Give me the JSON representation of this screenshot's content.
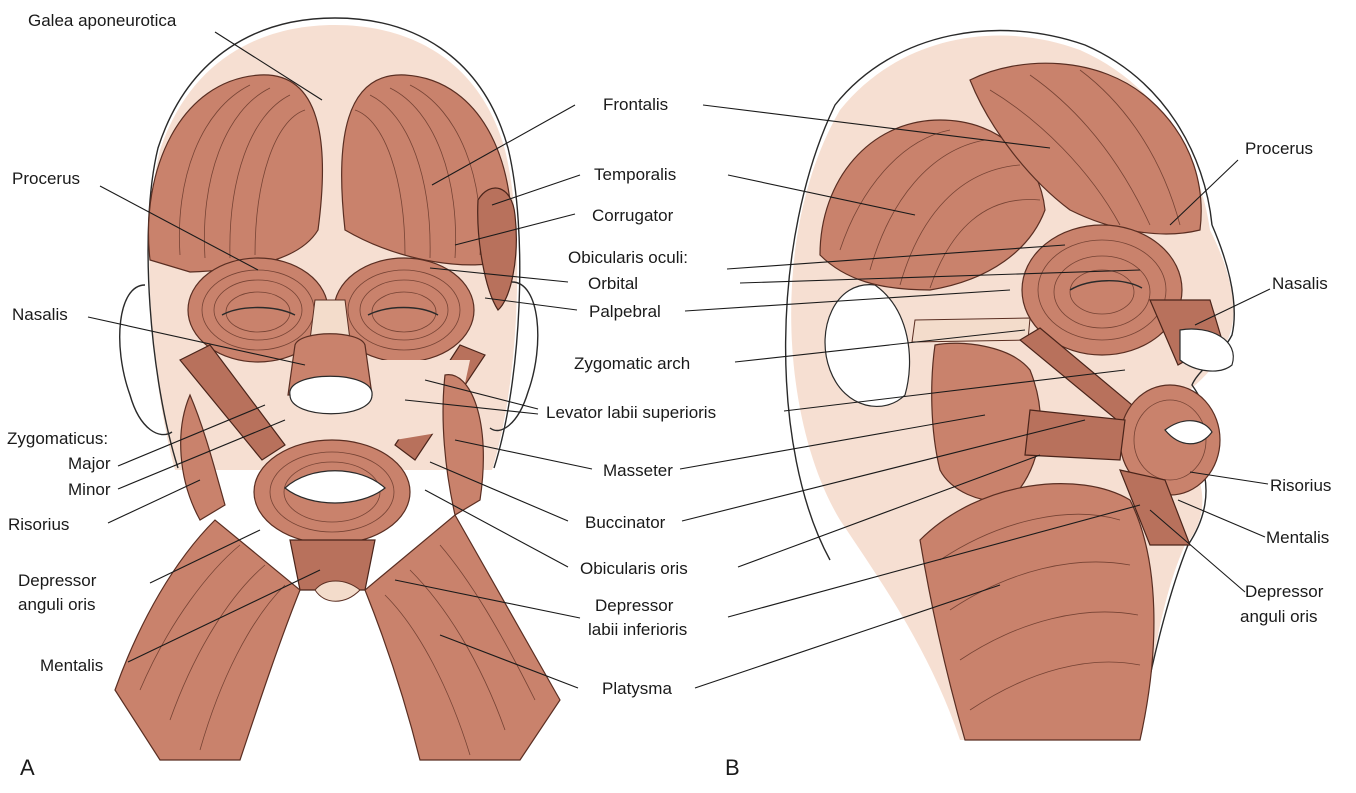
{
  "panels": {
    "a": "A",
    "b": "B"
  },
  "labels_a_left": {
    "galea": "Galea aponeurotica",
    "procerus": "Procerus",
    "nasalis": "Nasalis",
    "zygomaticus": "Zygomaticus:",
    "major": "Major",
    "minor": "Minor",
    "risorius": "Risorius",
    "depressor_anguli_1": "Depressor",
    "depressor_anguli_2": "anguli oris",
    "mentalis": "Mentalis"
  },
  "labels_center": {
    "frontalis": "Frontalis",
    "temporalis": "Temporalis",
    "corrugator": "Corrugator",
    "obicularis_oculi": "Obicularis oculi:",
    "orbital": "Orbital",
    "palpebral": "Palpebral",
    "zygomatic_arch": "Zygomatic arch",
    "levator": "Levator labii superioris",
    "masseter": "Masseter",
    "buccinator": "Buccinator",
    "obicularis_oris": "Obicularis oris",
    "depressor_labii_1": "Depressor",
    "depressor_labii_2": "labii inferioris",
    "platysma": "Platysma"
  },
  "labels_b_right": {
    "procerus": "Procerus",
    "nasalis": "Nasalis",
    "risorius": "Risorius",
    "mentalis": "Mentalis",
    "depressor_anguli_1": "Depressor",
    "depressor_anguli_2": "anguli oris"
  },
  "colors": {
    "muscle": "#c9826c",
    "skin": "#f6dfd2",
    "outline": "#2a2a2a"
  }
}
